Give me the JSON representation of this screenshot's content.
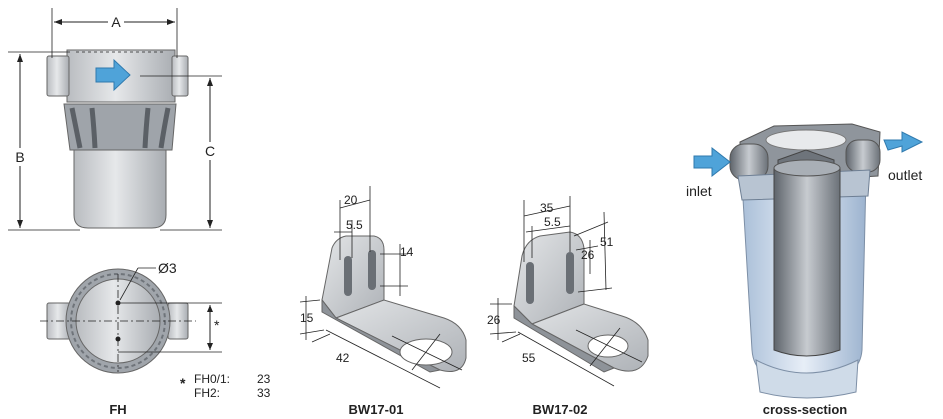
{
  "fh": {
    "dim_a": "A",
    "dim_b": "B",
    "dim_c": "C",
    "dim_hole": "Ø3",
    "dim_star": "*",
    "note_star": "*",
    "note_row1_model": "FH0/1:",
    "note_row1_value": "23",
    "note_row2_model": "FH2:",
    "note_row2_value": "33",
    "caption": "FH"
  },
  "bw1701": {
    "dims": [
      "20",
      "5.5",
      "14",
      "15",
      "42"
    ],
    "caption": "BW17-01"
  },
  "bw1702": {
    "dims": [
      "35",
      "5.5",
      "51",
      "26",
      "26",
      "55"
    ],
    "caption": "BW17-02"
  },
  "cross": {
    "inlet": "inlet",
    "outlet": "outlet",
    "caption": "cross-section"
  },
  "colors": {
    "arrow": "#4fa3d9",
    "metal": "#c9ccd0",
    "line": "#222222"
  }
}
